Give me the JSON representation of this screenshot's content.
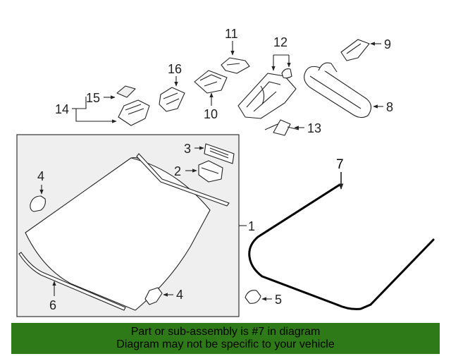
{
  "callouts": {
    "c1": "1",
    "c2": "2",
    "c3": "3",
    "c4a": "4",
    "c4b": "4",
    "c5": "5",
    "c6": "6",
    "c7": "7",
    "c8": "8",
    "c9": "9",
    "c10": "10",
    "c11": "11",
    "c12": "12",
    "c13": "13",
    "c14": "14",
    "c15": "15",
    "c16": "16"
  },
  "banner": {
    "line1": "Part or sub-assembly is #7 in diagram",
    "line2": "Diagram may not be specific to your vehicle",
    "background": "#2f7a18"
  }
}
